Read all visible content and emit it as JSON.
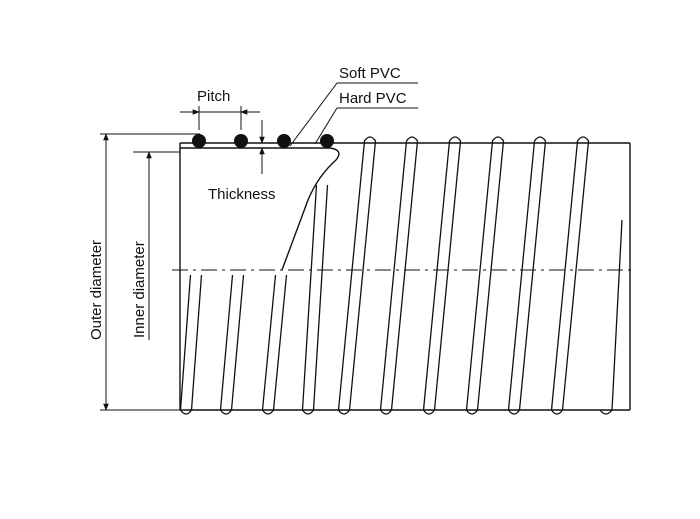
{
  "labels": {
    "soft_pvc": "Soft PVC",
    "hard_pvc": "Hard PVC",
    "pitch": "Pitch",
    "thickness": "Thickness",
    "outer_diameter": "Outer diameter",
    "inner_diameter": "Inner diameter"
  },
  "colors": {
    "line": "#111111",
    "background": "#ffffff"
  }
}
